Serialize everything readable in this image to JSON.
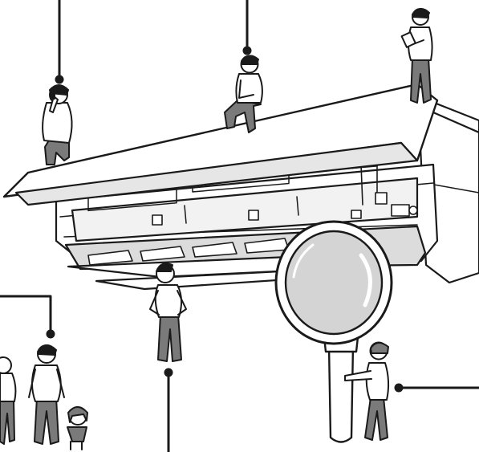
{
  "illustration": {
    "subject": "air-conditioner-inspection",
    "colors": {
      "ink": "#1a1a1a",
      "paper": "#ffffff",
      "shade_light": "#d9d9d9",
      "shade_mid": "#bfbfbf",
      "shade_dark": "#7a7a7a",
      "lens": "#d4d4d4"
    },
    "people_icons": [
      "person-sitting-phone-icon",
      "person-sitting-icon",
      "person-standing-clipboard-icon",
      "person-standing-looking-up-icon",
      "person-holding-magnifier-icon",
      "person-adult-icon",
      "person-child-icon",
      "person-partial-left-icon"
    ],
    "objects": [
      "air-conditioner-unit",
      "magnifying-glass-icon",
      "callout-leader-lines"
    ]
  }
}
